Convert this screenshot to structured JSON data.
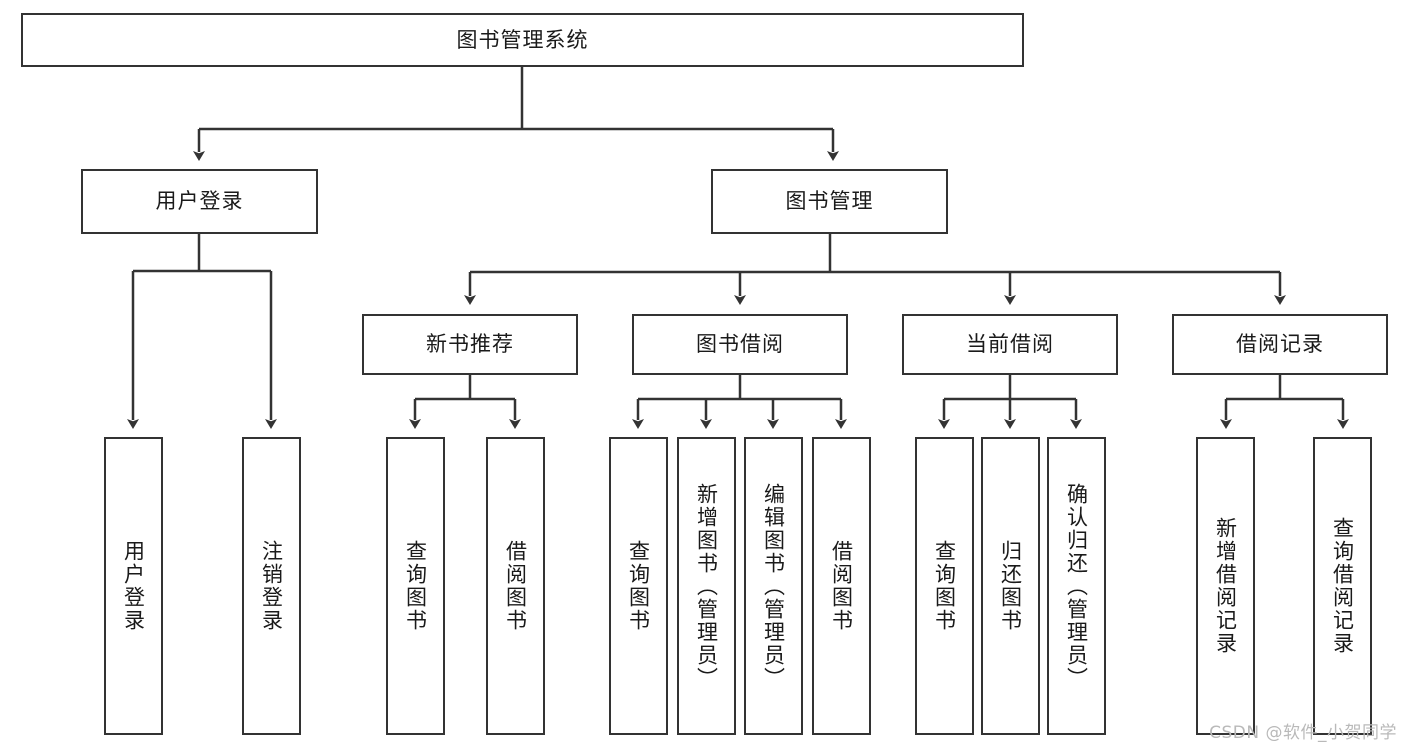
{
  "diagram": {
    "title": "图书管理系统",
    "type": "functional-structure-tree",
    "watermark": "CSDN @软件_小贺同学",
    "colors": {
      "stroke": "#333333",
      "fill": "#ffffff",
      "text": "#1a1a1a",
      "watermark": "#b9b9b9"
    }
  },
  "nodes": {
    "root": {
      "label": "图书管理系统"
    },
    "level2": [
      {
        "id": "user-login",
        "label": "用户登录"
      },
      {
        "id": "book-management",
        "label": "图书管理"
      }
    ],
    "level3": [
      {
        "id": "new-book-recommend",
        "label": "新书推荐"
      },
      {
        "id": "book-borrow",
        "label": "图书借阅"
      },
      {
        "id": "current-borrow",
        "label": "当前借阅"
      },
      {
        "id": "borrow-record",
        "label": "借阅记录"
      }
    ],
    "leaves": {
      "user_login": [
        {
          "id": "leaf-user-login",
          "label": "用户登录"
        },
        {
          "id": "leaf-logout",
          "label": "注销登录"
        }
      ],
      "new_book_recommend": [
        {
          "id": "leaf-query-book-1",
          "label": "查询图书"
        },
        {
          "id": "leaf-borrow-book-1",
          "label": "借阅图书"
        }
      ],
      "book_borrow": [
        {
          "id": "leaf-query-book-2",
          "label": "查询图书"
        },
        {
          "id": "leaf-add-book",
          "label": "新增图书（管理员）"
        },
        {
          "id": "leaf-edit-book",
          "label": "编辑图书（管理员）"
        },
        {
          "id": "leaf-borrow-book-2",
          "label": "借阅图书"
        }
      ],
      "current_borrow": [
        {
          "id": "leaf-query-book-3",
          "label": "查询图书"
        },
        {
          "id": "leaf-return-book",
          "label": "归还图书"
        },
        {
          "id": "leaf-confirm-return",
          "label": "确认归还（管理员）"
        }
      ],
      "borrow_record": [
        {
          "id": "leaf-add-record",
          "label": "新增借阅记录"
        },
        {
          "id": "leaf-query-record",
          "label": "查询借阅记录"
        }
      ]
    }
  }
}
